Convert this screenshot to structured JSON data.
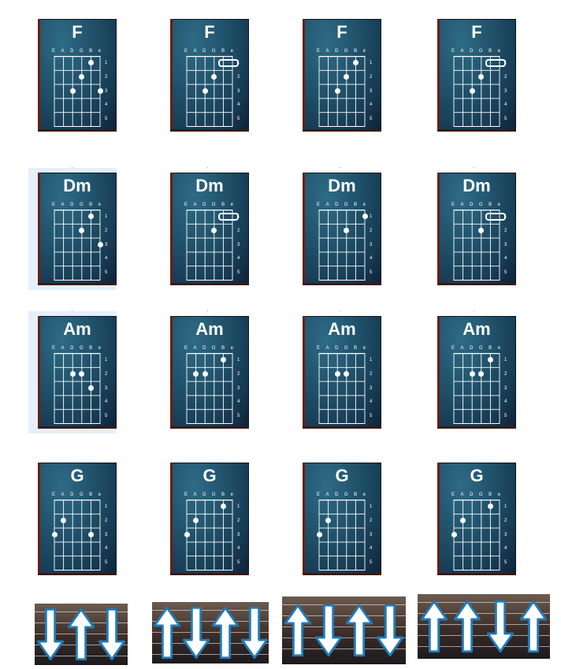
{
  "string_labels": [
    "E",
    "A",
    "D",
    "G",
    "B",
    "e"
  ],
  "fret_numbers": [
    "1",
    "2",
    "3",
    "4",
    "5"
  ],
  "chords": [
    {
      "name": "F",
      "variants": 4
    },
    {
      "name": "Dm",
      "variants": 4
    },
    {
      "name": "Am",
      "variants": 4
    },
    {
      "name": "G",
      "variants": 4
    }
  ],
  "strumming": [
    [
      "down",
      "up",
      "down"
    ],
    [
      "up",
      "down",
      "up",
      "down"
    ],
    [
      "up",
      "down",
      "up",
      "down"
    ],
    [
      "up",
      "up",
      "down",
      "up"
    ]
  ]
}
